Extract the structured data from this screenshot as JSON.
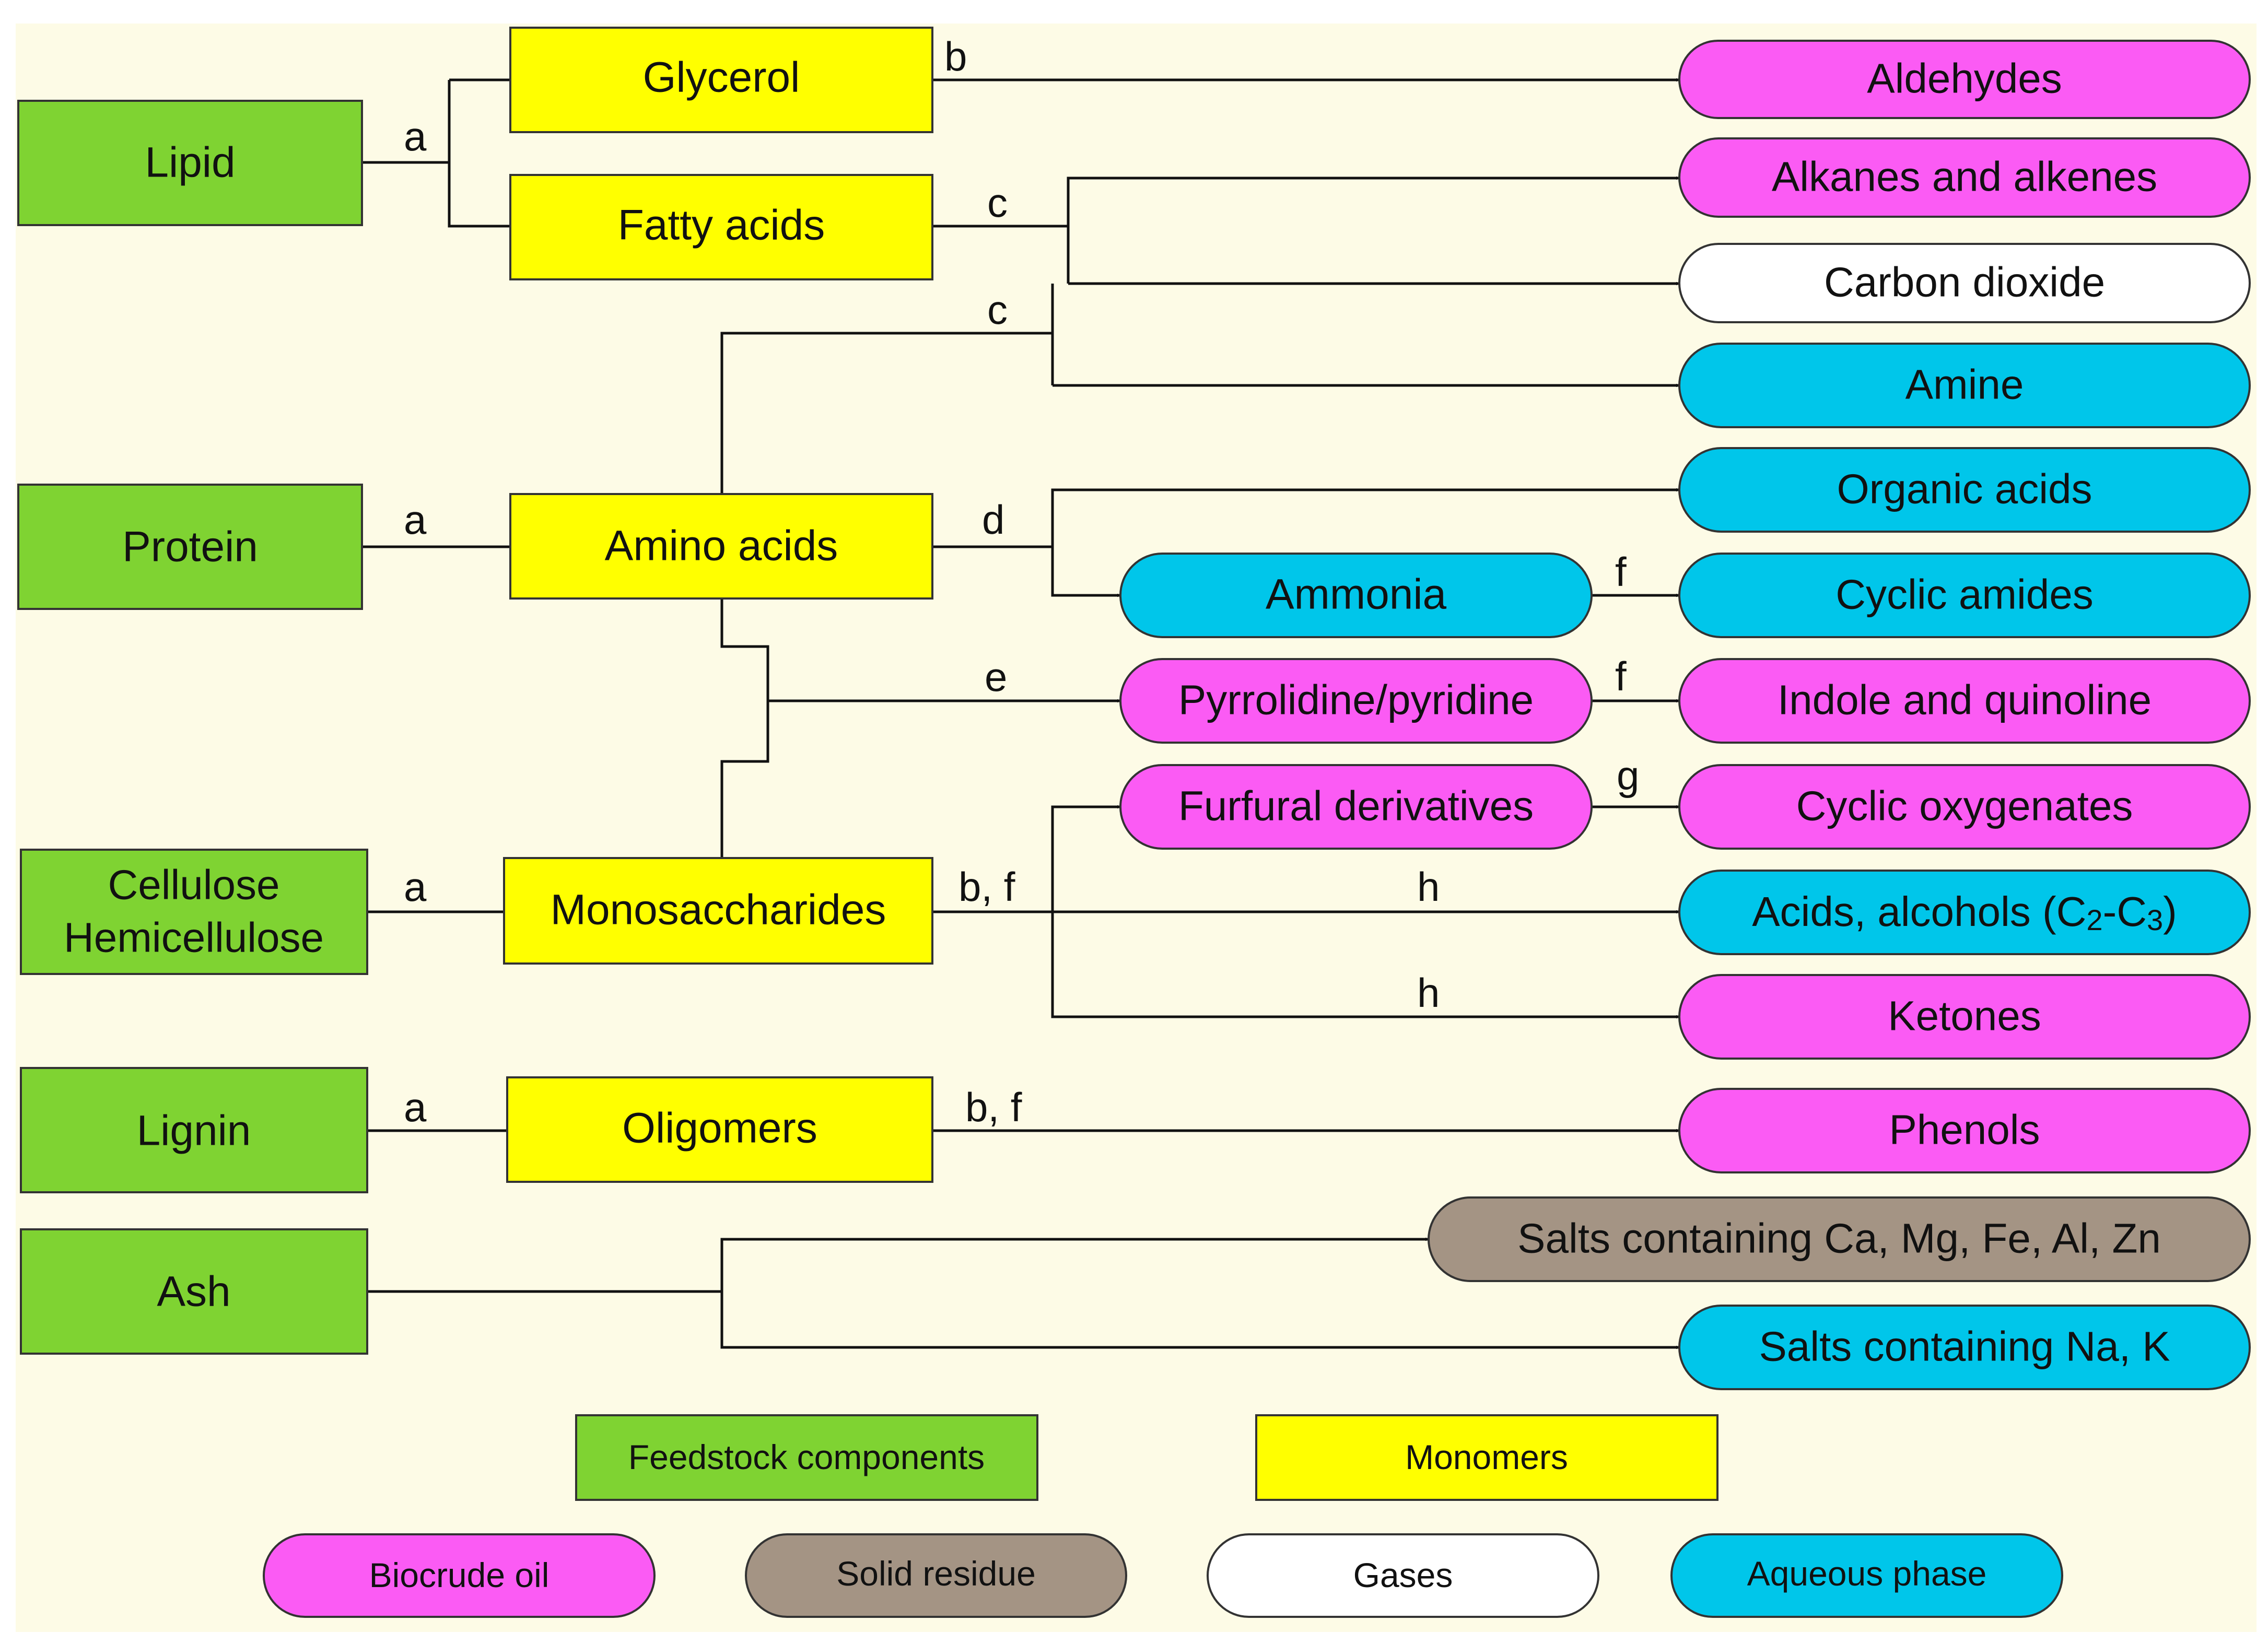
{
  "colors": {
    "background": "#fdfbe6",
    "feedstock": "#7fd332",
    "monomer": "#ffff00",
    "biocrude": "#fb5bf4",
    "solid": "#a49484",
    "gas": "#ffffff",
    "aqueous": "#00c6ea",
    "line": "#111111"
  },
  "feedstock": {
    "lipid": "Lipid",
    "protein": "Protein",
    "cellulose_1": "Cellulose",
    "cellulose_2": "Hemicellulose",
    "lignin": "Lignin",
    "ash": "Ash"
  },
  "monomers": {
    "glycerol": "Glycerol",
    "fatty_acids": "Fatty acids",
    "amino_acids": "Amino acids",
    "monosaccharides": "Monosaccharides",
    "oligomers": "Oligomers"
  },
  "intermediates": {
    "ammonia": "Ammonia",
    "pyrrolidine": "Pyrrolidine/pyridine",
    "furfural": "Furfural derivatives"
  },
  "products": {
    "aldehydes": "Aldehydes",
    "alkanes": "Alkanes and alkenes",
    "co2": "Carbon dioxide",
    "amine": "Amine",
    "organic_acids": "Organic acids",
    "cyclic_amides": "Cyclic amides",
    "indole": "Indole and quinoline",
    "cyclic_oxygenates": "Cyclic oxygenates",
    "acids_alcohols": {
      "prefix": "Acids, alcohols (C",
      "sub1": "2",
      "mid": "-C",
      "sub2": "3",
      "suffix": ")"
    },
    "ketones": "Ketones",
    "phenols": "Phenols",
    "salts_ca": "Salts containing Ca, Mg, Fe, Al, Zn",
    "salts_na": "Salts containing Na, K"
  },
  "edge_labels": {
    "lipid_a": "a",
    "glycerol_b": "b",
    "fatty_c": "c",
    "amino_c": "c",
    "protein_a": "a",
    "amino_d": "d",
    "ammonia_f": "f",
    "amino_e": "e",
    "pyrrolidine_f": "f",
    "furfural_g": "g",
    "cellulose_a": "a",
    "mono_bf": "b, f",
    "mono_h1": "h",
    "mono_h2": "h",
    "lignin_a": "a",
    "oligomers_bf": "b, f"
  },
  "legend": {
    "feedstock": "Feedstock components",
    "monomers": "Monomers",
    "biocrude": "Biocrude oil",
    "solid": "Solid residue",
    "gases": "Gases",
    "aqueous": "Aqueous phase"
  }
}
